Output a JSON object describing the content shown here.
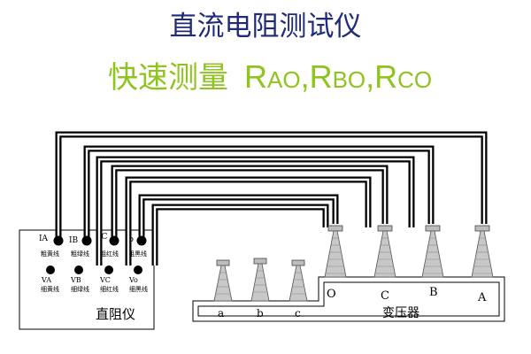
{
  "title": "直流电阻测试仪",
  "subtitle": {
    "chinese": "快速测量",
    "terms": [
      {
        "big": "R",
        "small": "AO"
      },
      {
        "big": ",R",
        "small": "BO"
      },
      {
        "big": ",R",
        "small": "CO"
      }
    ]
  },
  "instrument": {
    "name": "直阻仪",
    "current_terminals": [
      {
        "label": "IA",
        "lead": "粗黄线"
      },
      {
        "label": "IB",
        "lead": "粗绿线"
      },
      {
        "label": "IC",
        "lead": "粗红线"
      },
      {
        "label": "Io",
        "lead": "粗黑线"
      }
    ],
    "voltage_terminals": [
      {
        "label": "VA",
        "lead": "细黄线"
      },
      {
        "label": "VB",
        "lead": "细绿线"
      },
      {
        "label": "VC",
        "lead": "细红线"
      },
      {
        "label": "Vo",
        "lead": "细黑线"
      }
    ]
  },
  "transformer": {
    "name": "变压器",
    "hv_bushings": [
      "O",
      "C",
      "B",
      "A"
    ],
    "lv_bushings": [
      "a",
      "b",
      "c"
    ]
  },
  "colors": {
    "title": "#1f2a7a",
    "subtitle": "#8fc31f",
    "stroke": "#000000"
  }
}
